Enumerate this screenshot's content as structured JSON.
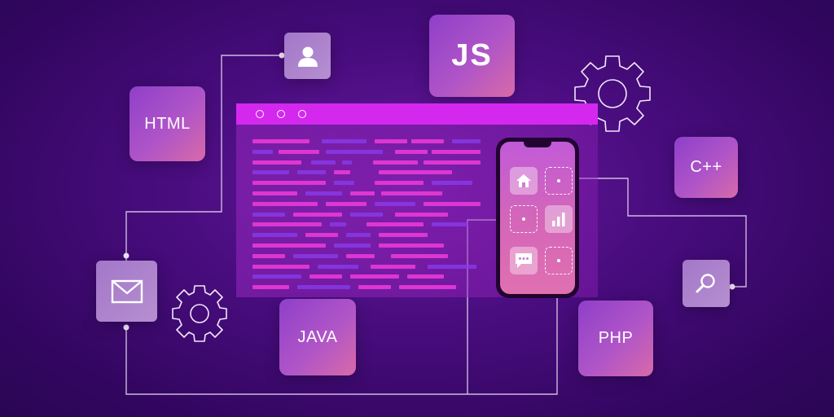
{
  "languages": {
    "html": "HTML",
    "js": "JS",
    "cpp": "C++",
    "java": "JAVA",
    "php": "PHP"
  },
  "icons": {
    "user": "user-icon",
    "mail": "envelope-icon",
    "search": "magnifier-icon",
    "gear_large": "gear-icon",
    "gear_small": "gear-icon",
    "home": "home-icon",
    "chart": "bar-chart-icon",
    "chat": "chat-bubble-icon"
  },
  "colors": {
    "background": "#3a0866",
    "browser_bar": "#d428ef",
    "code_pink": "#e93ad6",
    "code_violet": "#8a3ef0",
    "tile_gradient_start": "#8e3fc9",
    "tile_gradient_end": "#d86aa8"
  }
}
